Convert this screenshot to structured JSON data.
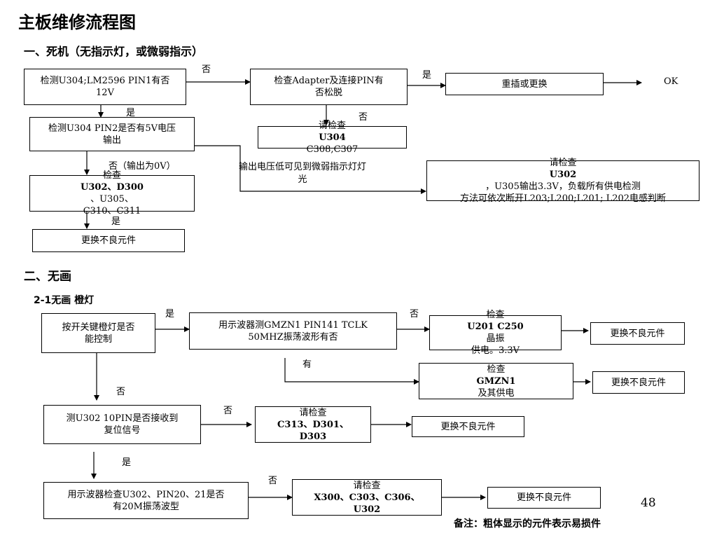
{
  "title": "主板维修流程图",
  "sec1": {
    "heading": "一、死机（无指示灯，或微弱指示）",
    "b1": [
      "检测U304;LM2596 PIN1有否",
      "12V"
    ],
    "b2": [
      "检查Adapter及连接PIN有",
      "否松脱"
    ],
    "b3": "重插或更换",
    "ok": "OK",
    "b4": [
      "检测U304 PIN2是否有5V电压",
      "输出"
    ],
    "b5": {
      "pre": "请检查",
      "bold": "U304",
      "post": " C308,C307"
    },
    "b6": {
      "l1_pre": "检查",
      "l1_bold": "U302、D300",
      "l1_post": "、U305、",
      "l2": "C310、C311"
    },
    "b7": "更换不良元件",
    "b8": {
      "l1_pre": "请检查",
      "l1_bold": "U302",
      "l1_post": "，U305输出3.3V，负载所有供电检测",
      "l2": "方法可依次断开L203;L200;L201; L202电感判断"
    },
    "lbl_no1": "否",
    "lbl_yes1": "是",
    "lbl_yes2": "是",
    "lbl_no2": "否",
    "lbl_no_out": "否（输出为0V）",
    "lbl_low": [
      "输出电压低可见到微弱指示灯灯",
      "光"
    ],
    "lbl_yes3": "是"
  },
  "sec2": {
    "heading": "二、无画",
    "sub": "2-1无画 橙灯",
    "c1": [
      "按开关键橙灯是否",
      "能控制"
    ],
    "c2": [
      "用示波器测GMZN1 PIN141 TCLK",
      "50MHZ振荡波形有否"
    ],
    "c3": {
      "l1_pre": "检查",
      "l1_bold": "U201 C250",
      "l1_post": " 晶振",
      "l2": "供电。3.3V"
    },
    "c4": "更换不良元件",
    "c5": {
      "pre": "检查",
      "bold": "GMZN1",
      "post": "及其供电"
    },
    "c6": "更换不良元件",
    "c7": [
      "测U302 10PIN是否接收到",
      "复位信号"
    ],
    "c8": {
      "l1_pre": "请检查",
      "l1_bold": "C313、D301、",
      "l2_bold": "D303"
    },
    "c9": "更换不良元件",
    "c10": [
      "用示波器检查U302、PIN20、21是否",
      "有20M振荡波型"
    ],
    "c11": {
      "l1_pre": "请检查",
      "l1_bold": "X300、C303、C306、",
      "l2_bold": "U302"
    },
    "c12": "更换不良元件",
    "lbl_yes1": "是",
    "lbl_no1": "否",
    "lbl_has": "有",
    "lbl_no2": "否",
    "lbl_no3": "否",
    "lbl_yes2": "是",
    "lbl_no4": "否"
  },
  "page_num": "48",
  "note": "备注：粗体显示的元件表示易损件"
}
